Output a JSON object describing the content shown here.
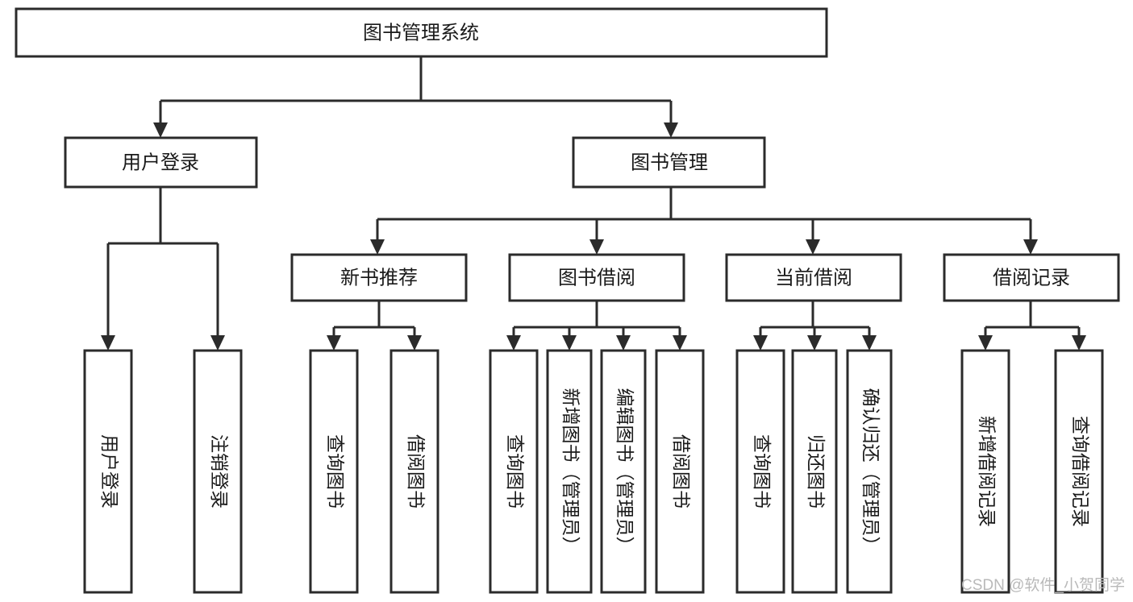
{
  "diagram": {
    "type": "tree-hierarchy-chart",
    "title": "图书管理系统",
    "orientation": "top-down",
    "colors": {
      "box_stroke": "#2b2b2b",
      "box_fill": "#ffffff",
      "connector": "#2b2b2b",
      "label_text": "#1a1a1a",
      "watermark": "#b9b9b9",
      "background": "#ffffff"
    },
    "levels": {
      "root": {
        "id": "root",
        "label": "图书管理系统",
        "orientation": "horizontal"
      },
      "level2": [
        {
          "id": "user-login",
          "label": "用户登录",
          "orientation": "horizontal"
        },
        {
          "id": "book-management",
          "label": "图书管理",
          "orientation": "horizontal"
        }
      ],
      "level3": [
        {
          "id": "new-book-recommend",
          "label": "新书推荐",
          "orientation": "horizontal",
          "parent": "book-management"
        },
        {
          "id": "book-borrow",
          "label": "图书借阅",
          "orientation": "horizontal",
          "parent": "book-management"
        },
        {
          "id": "current-borrow",
          "label": "当前借阅",
          "orientation": "horizontal",
          "parent": "book-management"
        },
        {
          "id": "borrow-record",
          "label": "借阅记录",
          "orientation": "horizontal",
          "parent": "book-management"
        }
      ],
      "leaves": [
        {
          "id": "leaf-user-login",
          "label": "用户登录",
          "orientation": "vertical",
          "parent": "user-login"
        },
        {
          "id": "leaf-logout",
          "label": "注销登录",
          "orientation": "vertical",
          "parent": "user-login"
        },
        {
          "id": "leaf-query-book-1",
          "label": "查询图书",
          "orientation": "vertical",
          "parent": "new-book-recommend"
        },
        {
          "id": "leaf-borrow-book-1",
          "label": "借阅图书",
          "orientation": "vertical",
          "parent": "new-book-recommend"
        },
        {
          "id": "leaf-query-book-2",
          "label": "查询图书",
          "orientation": "vertical",
          "parent": "book-borrow"
        },
        {
          "id": "leaf-add-book",
          "label": "新增图书（管理员）",
          "orientation": "vertical",
          "parent": "book-borrow"
        },
        {
          "id": "leaf-edit-book",
          "label": "编辑图书（管理员）",
          "orientation": "vertical",
          "parent": "book-borrow"
        },
        {
          "id": "leaf-borrow-book-2",
          "label": "借阅图书",
          "orientation": "vertical",
          "parent": "book-borrow"
        },
        {
          "id": "leaf-query-book-3",
          "label": "查询图书",
          "orientation": "vertical",
          "parent": "current-borrow"
        },
        {
          "id": "leaf-return-book",
          "label": "归还图书",
          "orientation": "vertical",
          "parent": "current-borrow"
        },
        {
          "id": "leaf-confirm-return",
          "label": "确认归还（管理员）",
          "orientation": "vertical",
          "parent": "current-borrow"
        },
        {
          "id": "leaf-add-record",
          "label": "新增借阅记录",
          "orientation": "vertical",
          "parent": "borrow-record"
        },
        {
          "id": "leaf-query-record",
          "label": "查询借阅记录",
          "orientation": "vertical",
          "parent": "borrow-record"
        }
      ]
    }
  },
  "watermark": {
    "text": "CSDN @软件_小贺同学"
  }
}
